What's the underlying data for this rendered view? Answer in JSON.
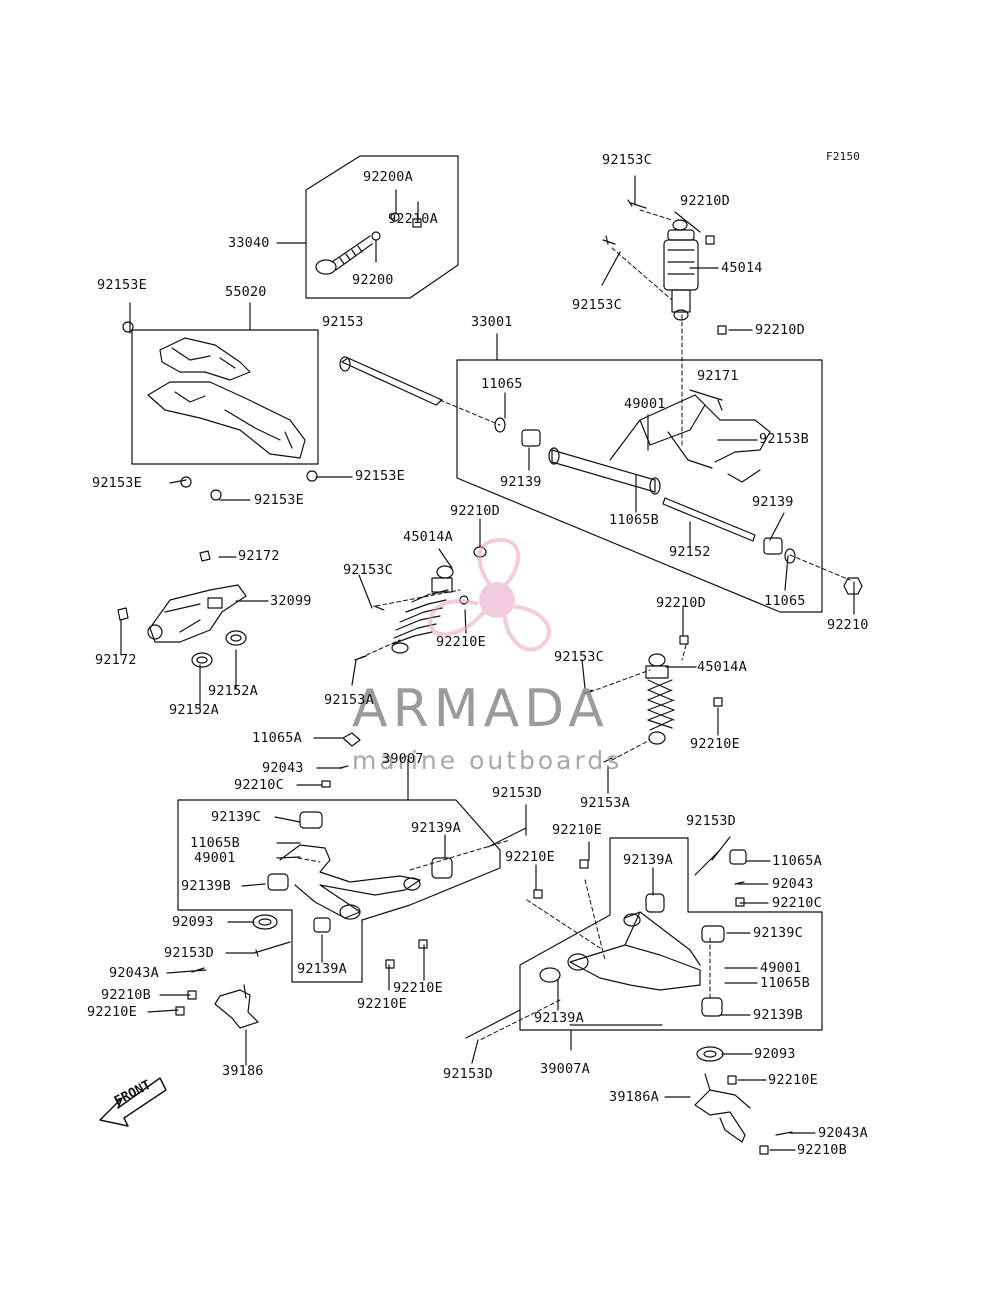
{
  "diagram_code": "F2150",
  "watermark": {
    "title": "ARMADA",
    "subtitle": "marine outboards",
    "accent_color": "#e8a3c4"
  },
  "front_marker": "FRONT",
  "callouts": {
    "c33040": "33040",
    "c92200A": "92200A",
    "c92210A_top": "92210A",
    "c92200": "92200",
    "c92153C_top": "92153C",
    "c92210D_top": "92210D",
    "c45014": "45014",
    "c92153C_mid": "92153C",
    "c92210D_right": "92210D",
    "c92153E_top": "92153E",
    "c55020": "55020",
    "c92153": "92153",
    "c33001": "33001",
    "c11065_top": "11065",
    "c92171": "92171",
    "c49001_mid": "49001",
    "c92153B": "92153B",
    "c92139_mid": "92139",
    "c11065B_mid": "11065B",
    "c92153E_left": "92153E",
    "c92153E_right": "92153E",
    "c92153E_bottom": "92153E",
    "c92139_right": "92139",
    "c92152": "92152",
    "c11065_right": "11065",
    "c92210": "92210",
    "c92210D_shockL": "92210D",
    "c45014A_left": "45014A",
    "c92172_top": "92172",
    "c92153C_shockL": "92153C",
    "c32099": "32099",
    "c92172_left": "92172",
    "c92210E_shockL": "92210E",
    "c92152A_a": "92152A",
    "c92152A_b": "92152A",
    "c92153A_left": "92153A",
    "c92210D_shockR": "92210D",
    "c92153C_shockR": "92153C",
    "c45014A_right": "45014A",
    "c11065A_left": "11065A",
    "c92210E_shockR": "92210E",
    "c92043_left": "92043",
    "c39007": "39007",
    "c92210C_left": "92210C",
    "c92153D_left": "92153D",
    "c92153A_right": "92153A",
    "c92139C_left": "92139C",
    "c11065B_left": "11065B",
    "c49001_left": "49001",
    "c92139A_left": "92139A",
    "c92139B_left": "92139B",
    "c92210E_c1": "92210E",
    "c92210E_c2": "92210E",
    "c92153D_right": "92153D",
    "c11065A_right": "11065A",
    "c92139A_right": "92139A",
    "c92043_right": "92043",
    "c92210C_right": "92210C",
    "c92093_left": "92093",
    "c92153D_l2": "92153D",
    "c92139A_lb": "92139A",
    "c92043A_left": "92043A",
    "c92210B_left": "92210B",
    "c92210E_l3": "92210E",
    "c92210E_l4": "92210E",
    "c92210E_l5": "92210E",
    "c39186": "39186",
    "c92139C_right": "92139C",
    "c49001_right": "49001",
    "c11065B_right": "11065B",
    "c92139A_rb": "92139A",
    "c92139B_right": "92139B",
    "c92093_right": "92093",
    "c92210E_r": "92210E",
    "c92153D_bottom": "92153D",
    "c39007A": "39007A",
    "c39186A": "39186A",
    "c92043A_right": "92043A",
    "c92210B_right": "92210B"
  }
}
